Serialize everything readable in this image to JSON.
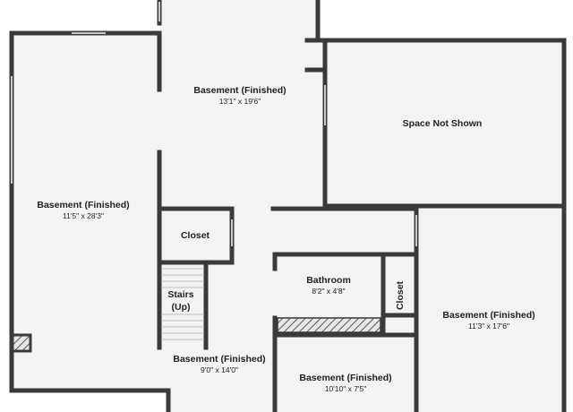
{
  "floorplan": {
    "colors": {
      "wall": "#3a3a3a",
      "floor": "#f3f3f3",
      "background": "#ffffff",
      "hatch": "#555555"
    },
    "rooms": {
      "basement_left": {
        "name": "Basement (Finished)",
        "dims": "11'5\" x 28'3\""
      },
      "basement_top": {
        "name": "Basement (Finished)",
        "dims": "13'1\" x 19'6\""
      },
      "space_not_shown": {
        "name": "Space Not Shown"
      },
      "closet_left": {
        "name": "Closet"
      },
      "stairs": {
        "name": "Stairs",
        "sub": "(Up)"
      },
      "bathroom": {
        "name": "Bathroom",
        "dims": "8'2\" x 4'8\""
      },
      "closet_right": {
        "name": "Closet"
      },
      "basement_right": {
        "name": "Basement (Finished)",
        "dims": "11'3\" x 17'6\""
      },
      "basement_mid": {
        "name": "Basement (Finished)",
        "dims": "9'0\" x 14'0\""
      },
      "basement_bottom": {
        "name": "Basement (Finished)",
        "dims": "10'10\" x 7'5\""
      }
    }
  }
}
